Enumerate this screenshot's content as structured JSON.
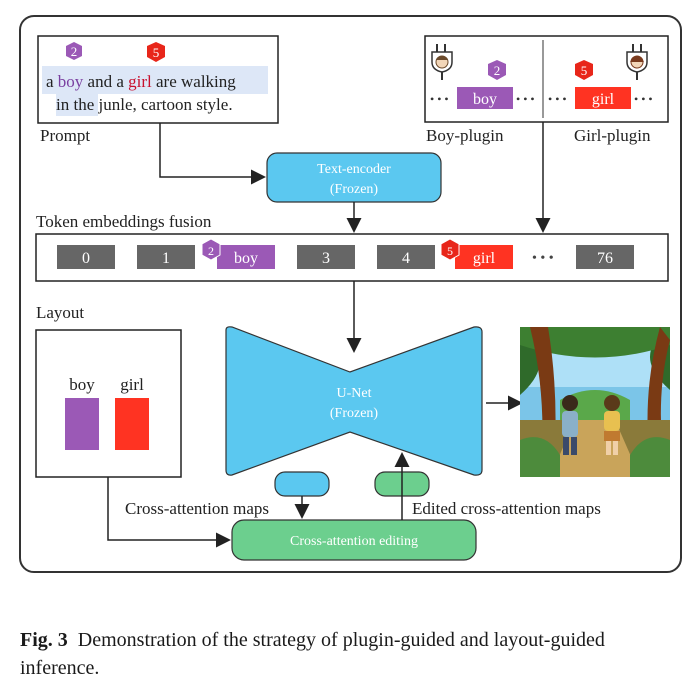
{
  "prompt": {
    "words": [
      {
        "t": "a ",
        "c": "#222222"
      },
      {
        "t": "boy",
        "c": "#7a3fa0"
      },
      {
        "t": " and a ",
        "c": "#222222"
      },
      {
        "t": "girl",
        "c": "#c8102e"
      },
      {
        "t": " are walking",
        "c": "#222222"
      }
    ],
    "line2": "in the junle, cartoon style.",
    "label": "Prompt"
  },
  "plugins": {
    "boy": {
      "label": "Boy-plugin",
      "word": "boy",
      "num": "2"
    },
    "girl": {
      "label": "Girl-plugin",
      "word": "girl",
      "num": "5"
    }
  },
  "text_encoder": {
    "line1": "Text-encoder",
    "line2": "(Frozen)"
  },
  "fusion": {
    "label": "Token embeddings fusion",
    "tokens": [
      "0",
      "1",
      "boy",
      "3",
      "4",
      "girl",
      "76"
    ],
    "ellipsis": "• • •"
  },
  "layout": {
    "label": "Layout",
    "boy": "boy",
    "girl": "girl"
  },
  "unet": {
    "line1": "U-Net",
    "line2": "(Frozen)"
  },
  "maps": {
    "left": "Cross-attention maps",
    "right": "Edited cross-attention maps"
  },
  "editing": {
    "label": "Cross-attention editing"
  },
  "caption": {
    "fig": "Fig. 3",
    "text": "Demonstration of the strategy of plugin-guided and layout-guided inference."
  },
  "colors": {
    "purple": "#9b59b6",
    "red": "#ff3322",
    "cyan": "#5bc8f0",
    "green": "#6ccf8e",
    "gray": "#666666"
  }
}
